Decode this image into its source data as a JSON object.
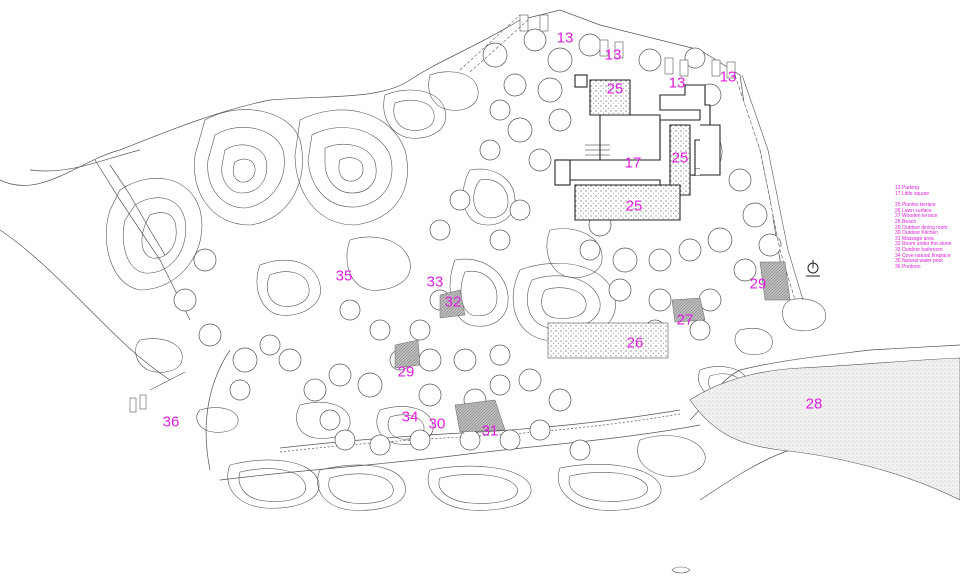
{
  "accent_color": "#e020e0",
  "line_color": "#333333",
  "fill_color": "#999999",
  "labels": {
    "l13a": "13",
    "l13b": "13",
    "l13c": "13",
    "l13d": "13",
    "l25a": "25",
    "l25b": "25",
    "l25c": "25",
    "l17": "17",
    "l35": "35",
    "l33": "33",
    "l32": "32",
    "l29a": "29",
    "l29b": "29",
    "l27": "27",
    "l26": "26",
    "l34": "34",
    "l30": "30",
    "l31": "31",
    "l36": "36",
    "l28": "28"
  },
  "legend": {
    "items": [
      "13 Parking",
      "17 Little square",
      "",
      "25 Plantes terrace",
      "26 Lawn surface",
      "27 Wooden terrace",
      "28 Beach",
      "29 Outdoor dining room",
      "30 Outdoor Kitchen",
      "31 Massage area",
      "32 Room under the stone",
      "33 Outdoor bathroom",
      "34 Cove natural fireplace",
      "35 Natural water pool",
      "36 Pontoon"
    ]
  },
  "north_arrow": {
    "symbol": "N",
    "icon": "north-arrow-icon"
  }
}
